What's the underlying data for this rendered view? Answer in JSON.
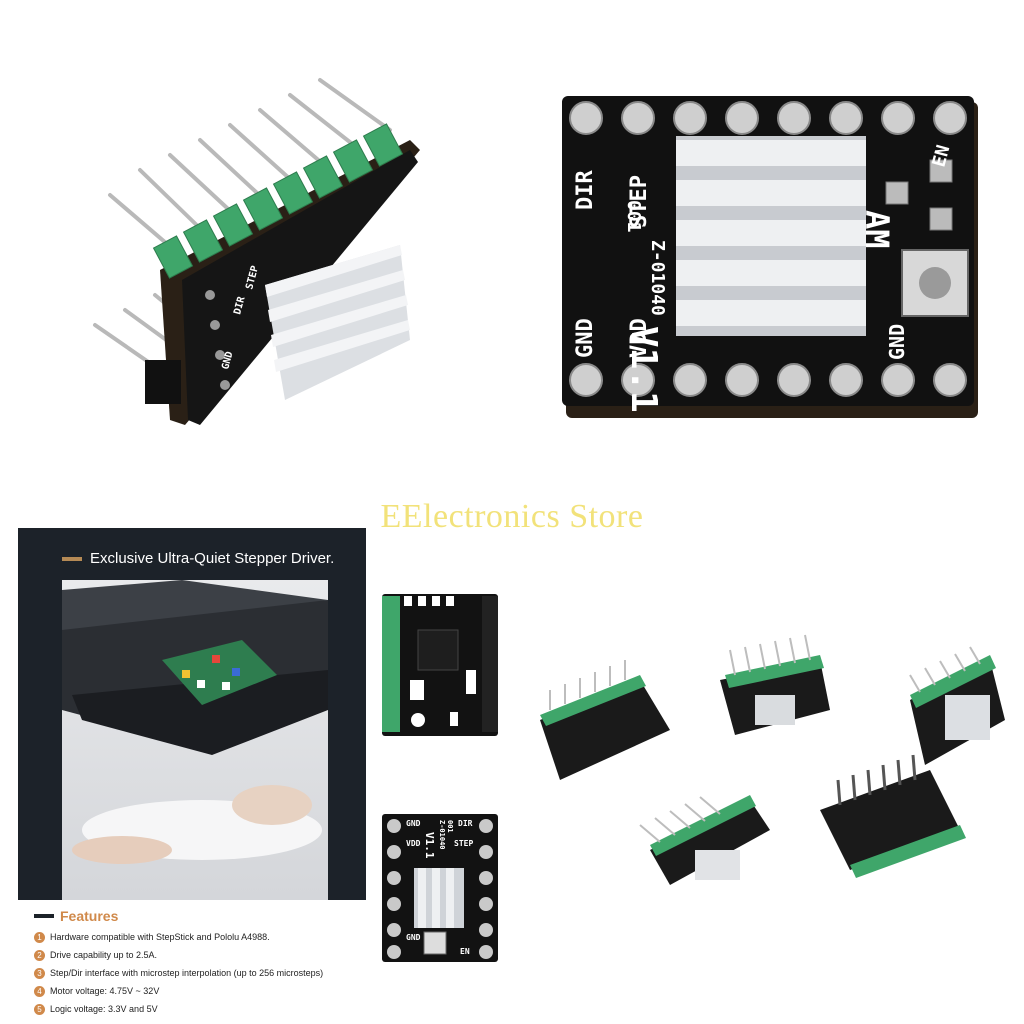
{
  "store_name": "EElectronics Store",
  "top_right_board": {
    "left_labels": [
      "DIR",
      "STEP",
      "GND",
      "VDD"
    ],
    "right_labels": [
      "EN",
      "GND"
    ],
    "version": "V1.1",
    "part_code": "Z-01040",
    "serial": "001",
    "side_letters": "AM"
  },
  "top_left_board": {
    "labels": [
      "DIR",
      "STEP",
      "GND"
    ]
  },
  "promo": {
    "title": "Exclusive Ultra-Quiet Stepper Driver."
  },
  "features": {
    "title": "Features",
    "items": [
      {
        "num": "1",
        "text": "Hardware compatible with StepStick and Pololu A4988."
      },
      {
        "num": "2",
        "text": "Drive capability up to 2.5A."
      },
      {
        "num": "3",
        "text": "Step/Dir interface with microstep interpolation (up to 256 microsteps)"
      },
      {
        "num": "4",
        "text": "Motor voltage: 4.75V ~ 32V"
      },
      {
        "num": "5",
        "text": "Logic voltage: 3.3V and 5V"
      }
    ]
  },
  "small_bottom_board": {
    "labels": [
      "GND",
      "DIR",
      "VDD",
      "STEP",
      "GND",
      "EN"
    ],
    "version": "V1.1",
    "part_code": "Z-01040",
    "serial": "001"
  }
}
